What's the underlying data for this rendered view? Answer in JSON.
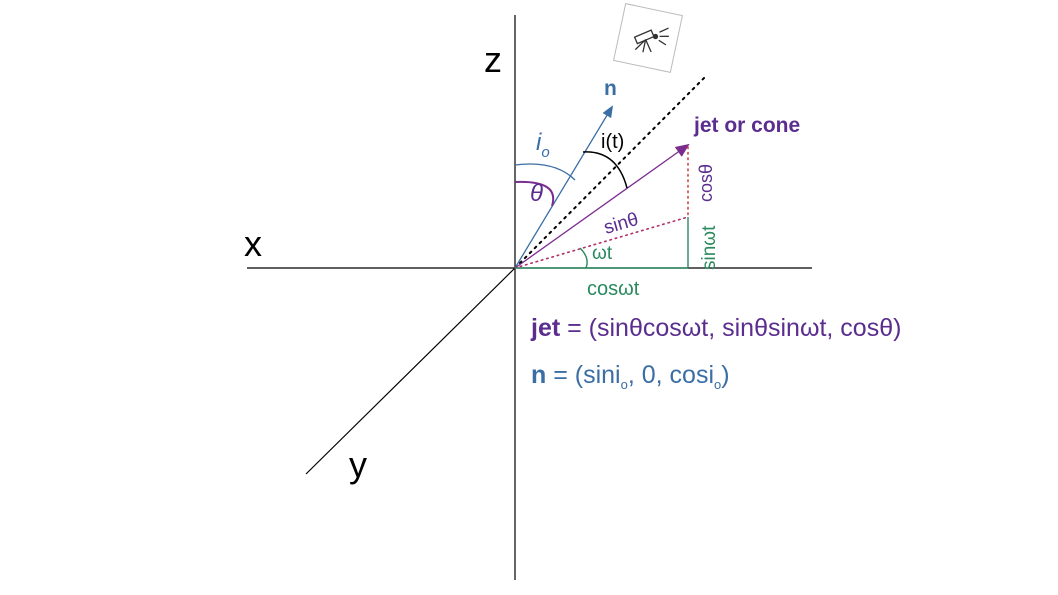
{
  "axes": {
    "x": "x",
    "y": "y",
    "z": "z"
  },
  "vectors": {
    "n": "n",
    "jet": "jet or cone"
  },
  "angles": {
    "i0_base": "i",
    "i0_sub": "o",
    "theta": "θ",
    "it": "i(t)",
    "omega_t": "ωt"
  },
  "components": {
    "sin_theta": "sinθ",
    "cos_theta": "cosθ",
    "sin_omega_t": "sinωt",
    "cos_omega_t": "cosωt"
  },
  "equations": {
    "jet_name": "jet",
    "jet_rhs": " = (sinθcosωt, sinθsinωt, cosθ)",
    "n_name": "n",
    "n_rhs_1": " = (sini",
    "n_sub_1": "o",
    "n_rhs_2": ", 0, cosi",
    "n_sub_2": "o",
    "n_rhs_3": ")"
  },
  "colors": {
    "axis": "#000000",
    "n_vector": "#3a6ea5",
    "jet_vector": "#7b2d8e",
    "jet_label": "#5b2d8e",
    "green": "#2a8a5e",
    "i0_label": "#3a6ea5",
    "theta_label": "#5b2d8e",
    "omega_label": "#2a8a5e"
  },
  "icons": {
    "observer": "telescope-icon"
  }
}
